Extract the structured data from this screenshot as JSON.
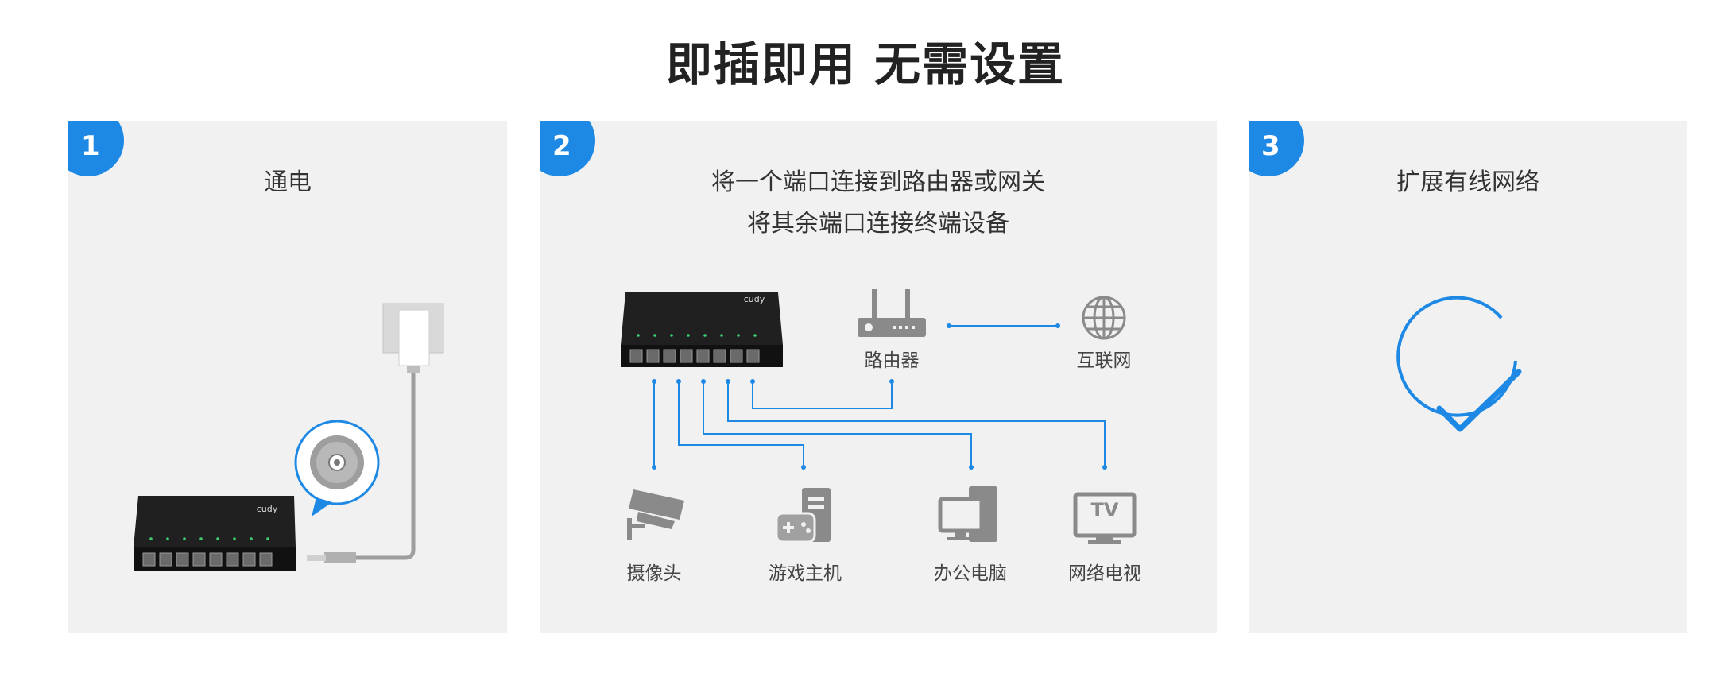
{
  "page": {
    "title": "即插即用 无需设置"
  },
  "steps": [
    {
      "number": "1",
      "title": "通电"
    },
    {
      "number": "2",
      "title_line1": "将一个端口连接到路由器或网关",
      "title_line2": "将其余端口连接终端设备"
    },
    {
      "number": "3",
      "title": "扩展有线网络"
    }
  ],
  "diagram": {
    "router": "路由器",
    "internet": "互联网",
    "camera": "摄像头",
    "console": "游戏主机",
    "pc": "办公电脑",
    "tv": "网络电视",
    "tv_icon_text": "TV",
    "brand": "cudy"
  },
  "colors": {
    "accent": "#1e88e5",
    "panel_bg": "#f1f1f1",
    "icon_gray": "#8a8a8a"
  },
  "icons": [
    "power-adapter-icon",
    "dc-jack-icon",
    "router-icon",
    "globe-icon",
    "camera-icon",
    "game-console-icon",
    "desktop-pc-icon",
    "tv-icon",
    "checkmark-icon"
  ]
}
